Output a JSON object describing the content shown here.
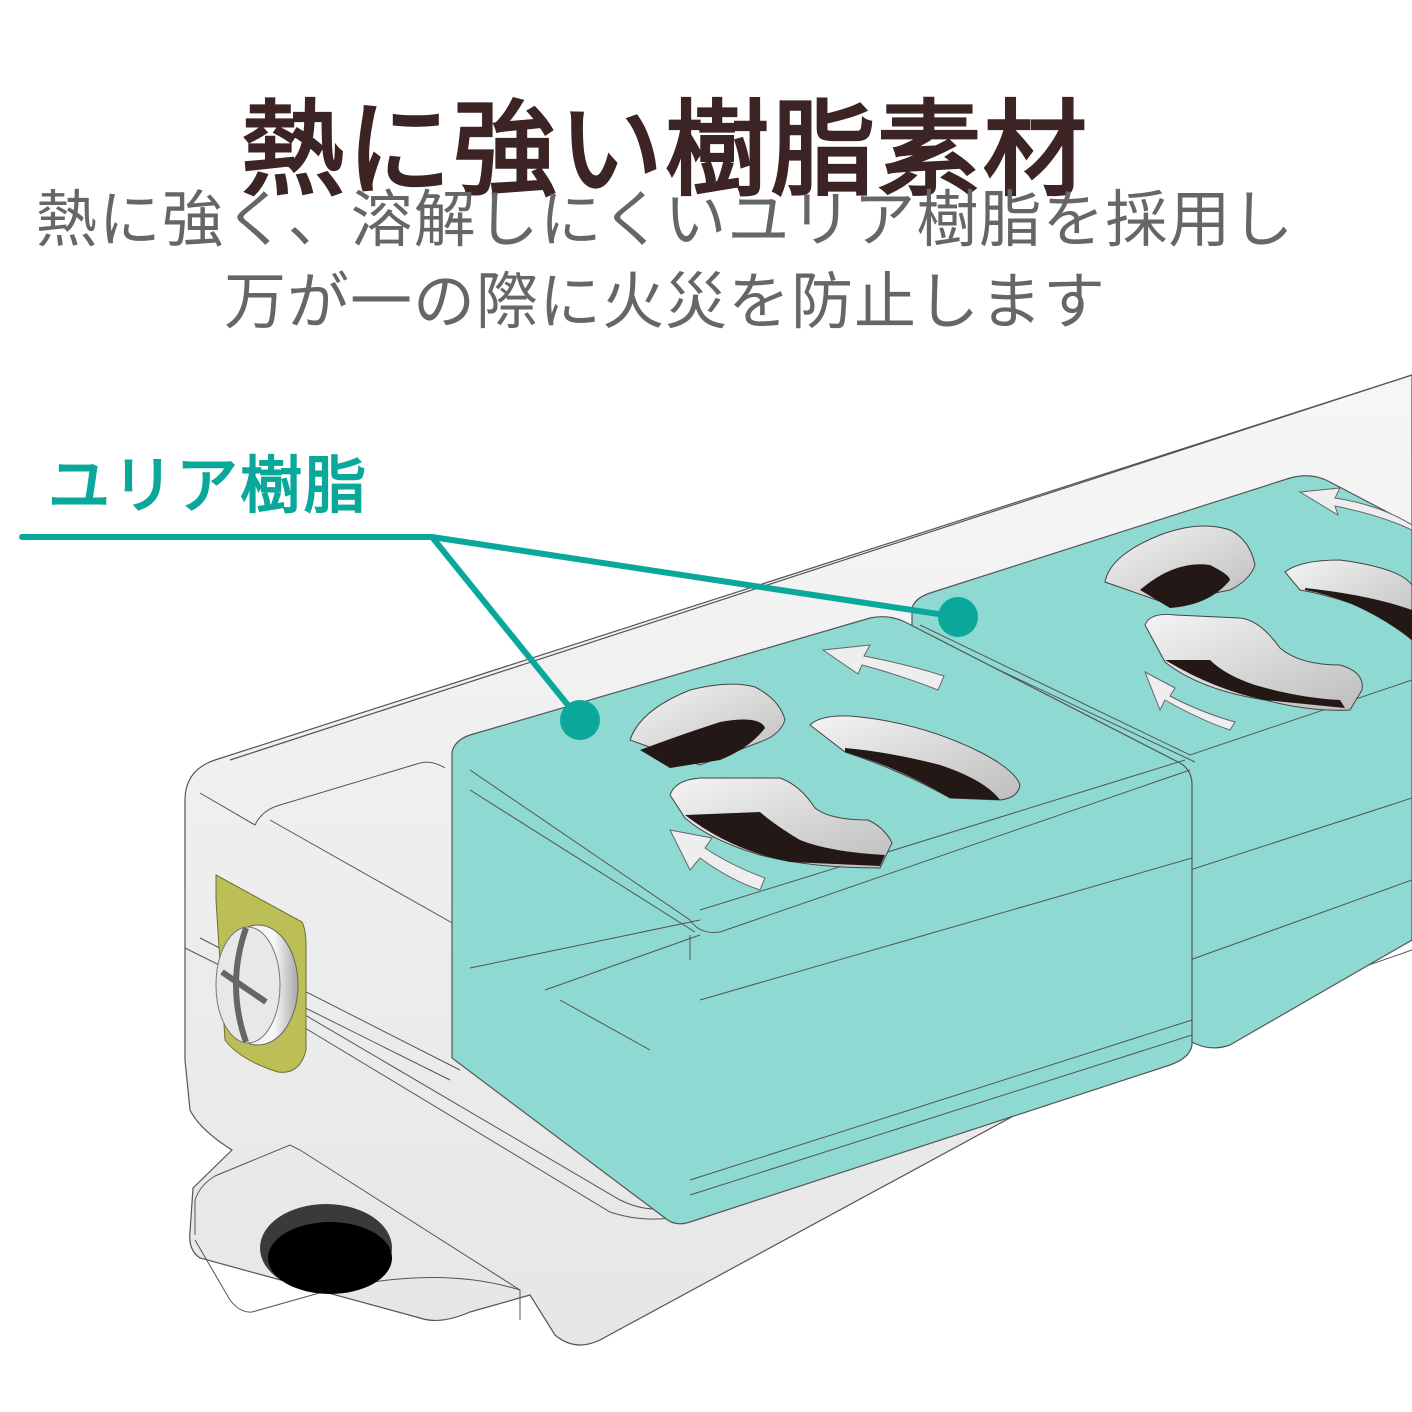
{
  "headline": {
    "title": "熱に強い樹脂素材",
    "title_color": "#3d2424"
  },
  "description": {
    "line1": "熱に強く、溶解しにくいユリア樹脂を採用し",
    "line2": "万が一の際に火災を防止します",
    "color": "#666666"
  },
  "callout": {
    "label": "ユリア樹脂",
    "color": "#0aa89a",
    "points": 2
  },
  "illustration": {
    "subject": "power-strip",
    "outlet_count_visible": 2,
    "body_color": "#eeeeee",
    "outlet_color": "#8fd9d3",
    "slot_color": "#231815",
    "screw_plate_color": "#bcbf55",
    "icons": [
      "rotate-arrow-icon",
      "screw-icon",
      "mount-hole-icon",
      "callout-dot-icon"
    ]
  }
}
